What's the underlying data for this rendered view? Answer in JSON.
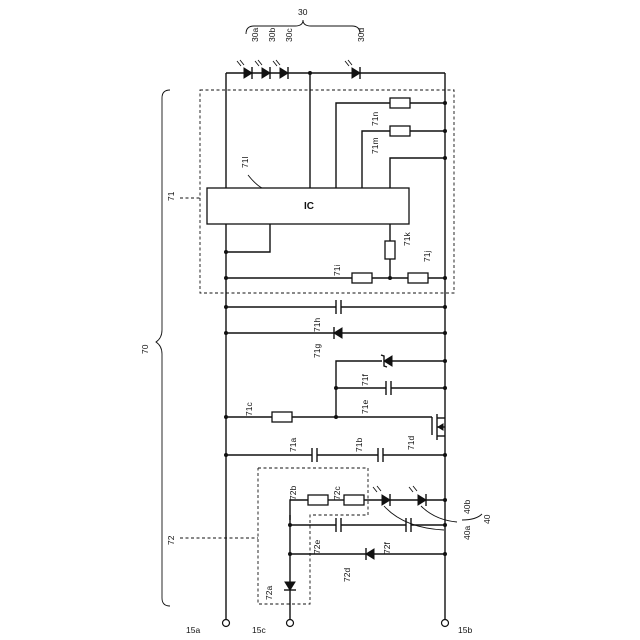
{
  "labels": {
    "led_group": "30",
    "led_a": "30a",
    "led_b": "30b",
    "led_c": "30c",
    "led_d": "30d",
    "block_70": "70",
    "block_71": "71",
    "block_72": "72",
    "ic": "IC",
    "c71l": "71l",
    "c71n": "71n",
    "c71m": "71m",
    "c71k": "71k",
    "c71j": "71j",
    "c71i": "71i",
    "c71h": "71h",
    "c71g": "71g",
    "c71f": "71f",
    "c71e": "71e",
    "c71c": "71c",
    "c71d": "71d",
    "c71a": "71a",
    "c71b": "71b",
    "c72b": "72b",
    "c72c": "72c",
    "c72e": "72e",
    "c72f": "72f",
    "c72d": "72d",
    "c72a": "72a",
    "led40_group": "40",
    "led40a": "40a",
    "led40b": "40b",
    "t15a": "15a",
    "t15c": "15c",
    "t15b": "15b"
  }
}
